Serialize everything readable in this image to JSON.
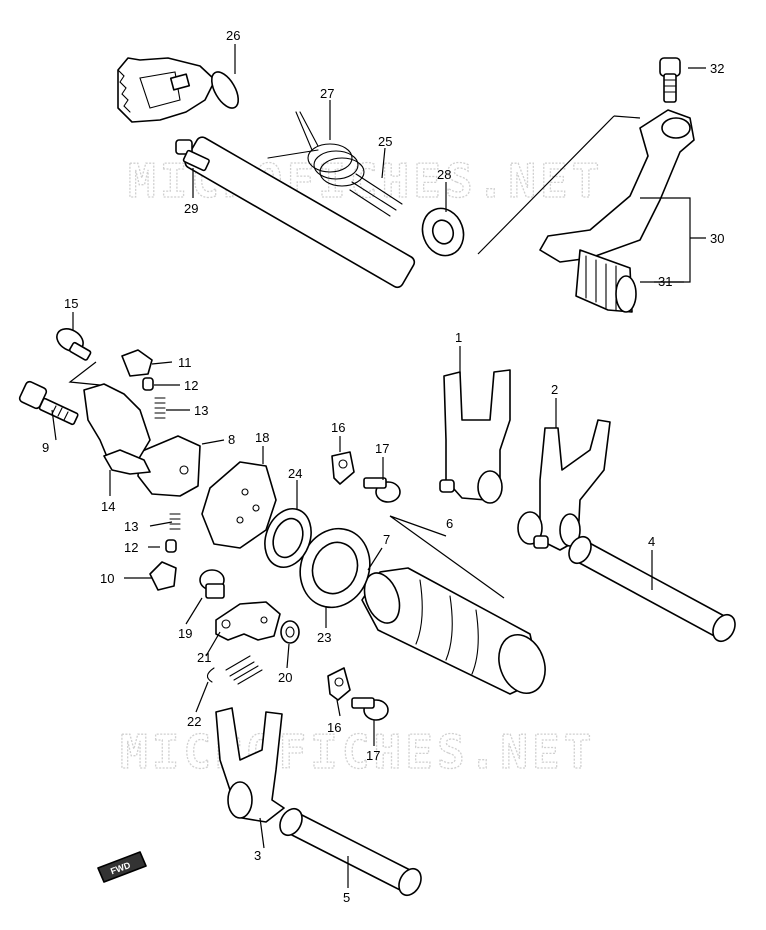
{
  "watermark": "MICROFICHES.NET",
  "fwd_badge": "FWD",
  "labels": {
    "p1": "1",
    "p2": "2",
    "p3": "3",
    "p4": "4",
    "p5": "5",
    "p6": "6",
    "p7": "7",
    "p8": "8",
    "p9": "9",
    "p10": "10",
    "p11": "11",
    "p12a": "12",
    "p12b": "12",
    "p13a": "13",
    "p13b": "13",
    "p14": "14",
    "p15": "15",
    "p16a": "16",
    "p16b": "16",
    "p17a": "17",
    "p17b": "17",
    "p18": "18",
    "p19": "19",
    "p20": "20",
    "p21": "21",
    "p22": "22",
    "p23": "23",
    "p24": "24",
    "p25": "25",
    "p26": "26",
    "p27": "27",
    "p28": "28",
    "p29": "29",
    "p30": "30",
    "p31": "31",
    "p32": "32"
  }
}
